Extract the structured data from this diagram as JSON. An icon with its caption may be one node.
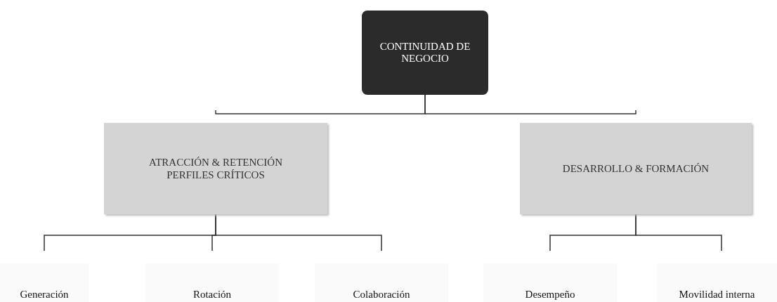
{
  "diagram": {
    "nodes": [
      {
        "text": [
          "CONTINUIDAD DE NEGOCIO"
        ]
      },
      {
        "text": [
          "ATRACCIÓN & RETENCIÓN PERFILES CRÍTICOS"
        ]
      },
      {
        "text": [
          "DESARROLLO & FORMACIÓN"
        ]
      },
      {
        "text": [
          "Generación"
        ]
      },
      {
        "text": [
          "Rotación"
        ]
      },
      {
        "text": [
          "Colaboración"
        ]
      },
      {
        "text": [
          "Desempeño"
        ]
      },
      {
        "text": [
          "Movilidad interna"
        ]
      }
    ],
    "edges": [
      {
        "from": 0,
        "to": 1,
        "arrow": "none"
      },
      {
        "from": 0,
        "to": 2,
        "arrow": "none"
      },
      {
        "from": 1,
        "to": 3,
        "arrow": "none"
      },
      {
        "from": 1,
        "to": 4,
        "arrow": "none"
      },
      {
        "from": 1,
        "to": 5,
        "arrow": "none"
      },
      {
        "from": 2,
        "to": 6,
        "arrow": "none"
      },
      {
        "from": 2,
        "to": 7,
        "arrow": "none"
      }
    ]
  }
}
